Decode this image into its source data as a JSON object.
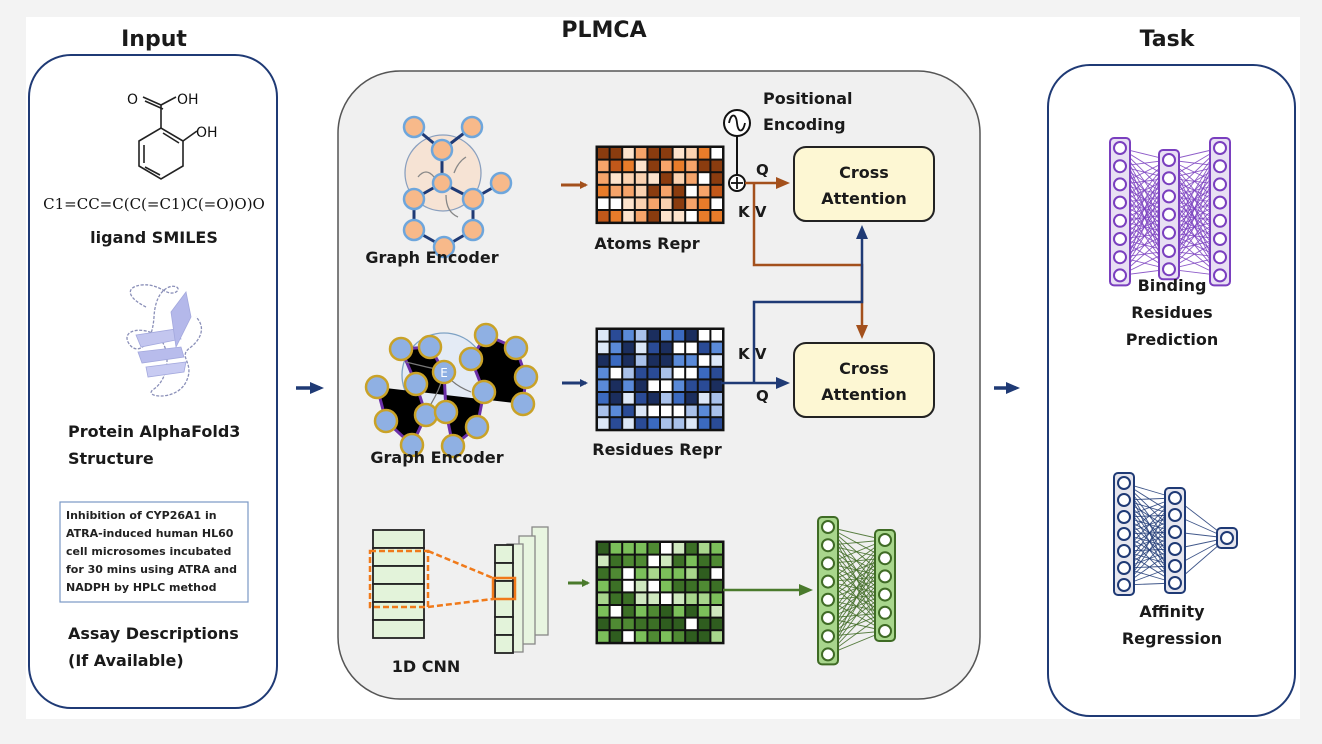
{
  "sections": {
    "input": {
      "title": "Input",
      "ligand": {
        "label": "ligand SMILES",
        "smiles": "C1=CC=C(C(=C1)C(=O)O)O",
        "atom_labels": [
          "O",
          "OH",
          "OH"
        ]
      },
      "protein": {
        "label_line1": "Protein AlphaFold3",
        "label_line2": "Structure"
      },
      "assay": {
        "text_lines": [
          "Inhibition of CYP26A1 in",
          "ATRA-induced human HL60",
          "cell microsomes incubated",
          "for 30 mins using ATRA and",
          "NADPH by HPLC method"
        ],
        "label_line1": "Assay Descriptions",
        "label_line2": "(If Available)"
      }
    },
    "model": {
      "title": "PLMCA",
      "ligand_branch": {
        "encoder_label": "Graph Encoder",
        "repr_label": "Atoms Repr",
        "positional_label_line1": "Positional",
        "positional_label_line2": "Encoding",
        "q_label": "Q",
        "kv_label": "K V",
        "cross_attention_line1": "Cross",
        "cross_attention_line2": "Attention"
      },
      "protein_branch": {
        "encoder_label": "Graph Encoder",
        "center_node_label": "E",
        "repr_label": "Residues Repr",
        "q_label": "Q",
        "kv_label": "K V",
        "cross_attention_line1": "Cross",
        "cross_attention_line2": "Attention"
      },
      "assay_branch": {
        "encoder_label": "1D CNN"
      }
    },
    "task": {
      "title": "Task",
      "binding": {
        "line1": "Binding",
        "line2": "Residues",
        "line3": "Prediction"
      },
      "affinity": {
        "line1": "Affinity",
        "line2": "Regression"
      }
    }
  },
  "colors": {
    "navy": "#1f3a75",
    "brown": "#a3501c",
    "green": "#4a7a2c",
    "purple": "#7a3fbf",
    "cross_attention_fill": "#fdf7d3",
    "panel_fill": "#f0f0f0",
    "orange_node": "#f7b98a",
    "blue_node": "#8fb0e3"
  }
}
